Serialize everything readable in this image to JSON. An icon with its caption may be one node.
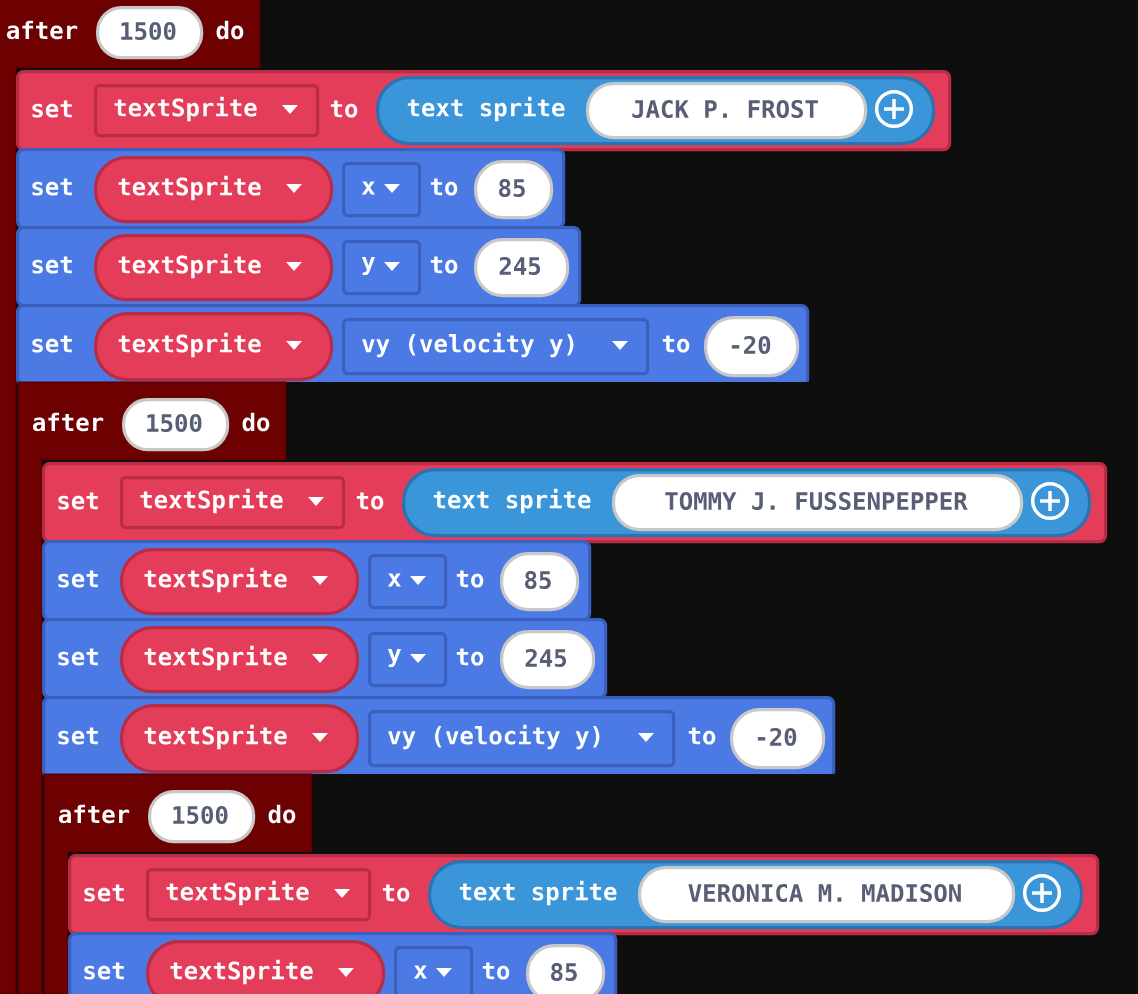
{
  "diagram": {
    "nodes": [
      {
        "text": [
          "after",
          "do"
        ]
      },
      {
        "text": [
          "1500"
        ],
        "in": 0
      },
      {
        "text": [
          "set",
          "to"
        ],
        "in": 0
      },
      {
        "text": [
          "textSprite"
        ],
        "in": 2
      },
      {
        "text": [
          "text sprite"
        ],
        "in": 2
      },
      {
        "text": [
          "JACK P. FROST"
        ],
        "in": 4
      },
      {
        "text": [
          "set",
          "to"
        ],
        "in": 0
      },
      {
        "text": [
          "textSprite"
        ],
        "in": 6
      },
      {
        "text": [
          "x"
        ],
        "in": 6
      },
      {
        "text": [
          "85"
        ],
        "in": 6
      },
      {
        "text": [
          "set",
          "to"
        ],
        "in": 0
      },
      {
        "text": [
          "textSprite"
        ],
        "in": 10
      },
      {
        "text": [
          "y"
        ],
        "in": 10
      },
      {
        "text": [
          "245"
        ],
        "in": 10
      },
      {
        "text": [
          "set",
          "to"
        ],
        "in": 0
      },
      {
        "text": [
          "textSprite"
        ],
        "in": 14
      },
      {
        "text": [
          "vy (velocity y)"
        ],
        "in": 14
      },
      {
        "text": [
          "-20"
        ],
        "in": 14
      },
      {
        "text": [
          "after",
          "do"
        ],
        "in": 0
      },
      {
        "text": [
          "1500"
        ],
        "in": 18
      },
      {
        "text": [
          "set",
          "to"
        ],
        "in": 18
      },
      {
        "text": [
          "textSprite"
        ],
        "in": 20
      },
      {
        "text": [
          "text sprite"
        ],
        "in": 20
      },
      {
        "text": [
          "TOMMY J. FUSSENPEPPER"
        ],
        "in": 22
      },
      {
        "text": [
          "set",
          "to"
        ],
        "in": 18
      },
      {
        "text": [
          "textSprite"
        ],
        "in": 24
      },
      {
        "text": [
          "x"
        ],
        "in": 24
      },
      {
        "text": [
          "85"
        ],
        "in": 24
      },
      {
        "text": [
          "set",
          "to"
        ],
        "in": 18
      },
      {
        "text": [
          "textSprite"
        ],
        "in": 28
      },
      {
        "text": [
          "y"
        ],
        "in": 28
      },
      {
        "text": [
          "245"
        ],
        "in": 28
      },
      {
        "text": [
          "set",
          "to"
        ],
        "in": 18
      },
      {
        "text": [
          "textSprite"
        ],
        "in": 32
      },
      {
        "text": [
          "vy (velocity y)"
        ],
        "in": 32
      },
      {
        "text": [
          "-20"
        ],
        "in": 32
      },
      {
        "text": [
          "after",
          "do"
        ],
        "in": 18
      },
      {
        "text": [
          "1500"
        ],
        "in": 36
      },
      {
        "text": [
          "set",
          "to"
        ],
        "in": 36
      },
      {
        "text": [
          "textSprite"
        ],
        "in": 38
      },
      {
        "text": [
          "text sprite"
        ],
        "in": 38
      },
      {
        "text": [
          "VERONICA M. MADISON"
        ],
        "in": 40
      },
      {
        "text": [
          "set",
          "to"
        ],
        "in": 36
      },
      {
        "text": [
          "textSprite"
        ],
        "in": 42
      },
      {
        "text": [
          "x"
        ],
        "in": 42
      },
      {
        "text": [
          "85"
        ],
        "in": 42
      }
    ]
  }
}
